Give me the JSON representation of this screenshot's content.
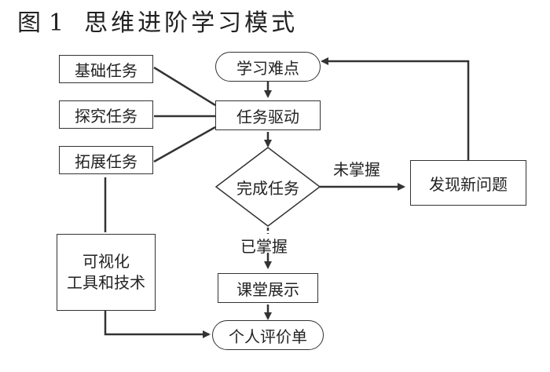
{
  "title": {
    "prefix": "图",
    "number": "1",
    "text": "思维进阶学习模式"
  },
  "nodes": {
    "basic_task": "基础任务",
    "explore_task": "探究任务",
    "extend_task": "拓展任务",
    "difficulty": "学习难点",
    "task_driven": "任务驱动",
    "complete_task": "完成任务",
    "new_problem": "发现新问题",
    "visual_tools_line1": "可视化",
    "visual_tools_line2": "工具和技术",
    "class_show": "课堂展示",
    "personal_eval": "个人评价单"
  },
  "edge_labels": {
    "not_mastered": "未掌握",
    "mastered": "已掌握"
  },
  "colors": {
    "line": "#333333",
    "text": "#222222"
  }
}
